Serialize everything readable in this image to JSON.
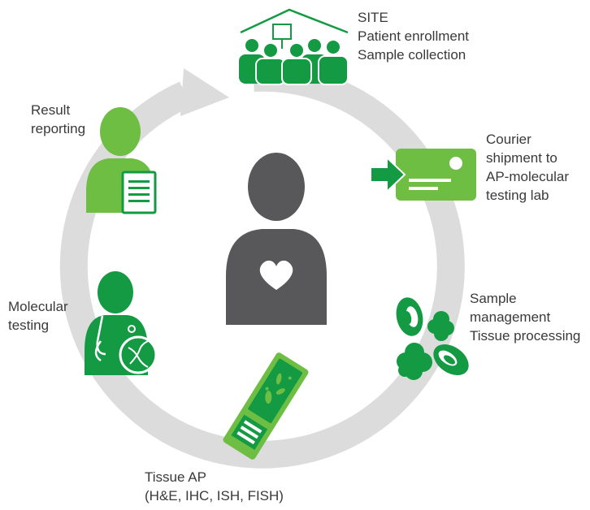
{
  "colors": {
    "dark_green": "#139a43",
    "light_green": "#6fbe44",
    "cycle_gray": "#dcdcdc",
    "center_gray": "#58585a",
    "text": "#3a3a3a"
  },
  "steps": [
    {
      "icon": "site-building-people-icon",
      "lines": [
        "SITE",
        "Patient enrollment",
        "Sample collection"
      ]
    },
    {
      "icon": "courier-shipment-icon",
      "lines": [
        "Courier",
        "shipment to",
        "AP-molecular",
        "testing lab"
      ]
    },
    {
      "icon": "cells-sample-icon",
      "lines": [
        "Sample",
        "management",
        "Tissue processing"
      ]
    },
    {
      "icon": "microscope-slide-icon",
      "lines": [
        "Tissue AP",
        "(H&E, IHC, ISH, FISH)"
      ]
    },
    {
      "icon": "doctor-dna-icon",
      "lines": [
        "Molecular",
        "testing"
      ]
    },
    {
      "icon": "person-report-icon",
      "lines": [
        "Result",
        "reporting"
      ]
    }
  ],
  "center_icon": "patient-heart-icon"
}
